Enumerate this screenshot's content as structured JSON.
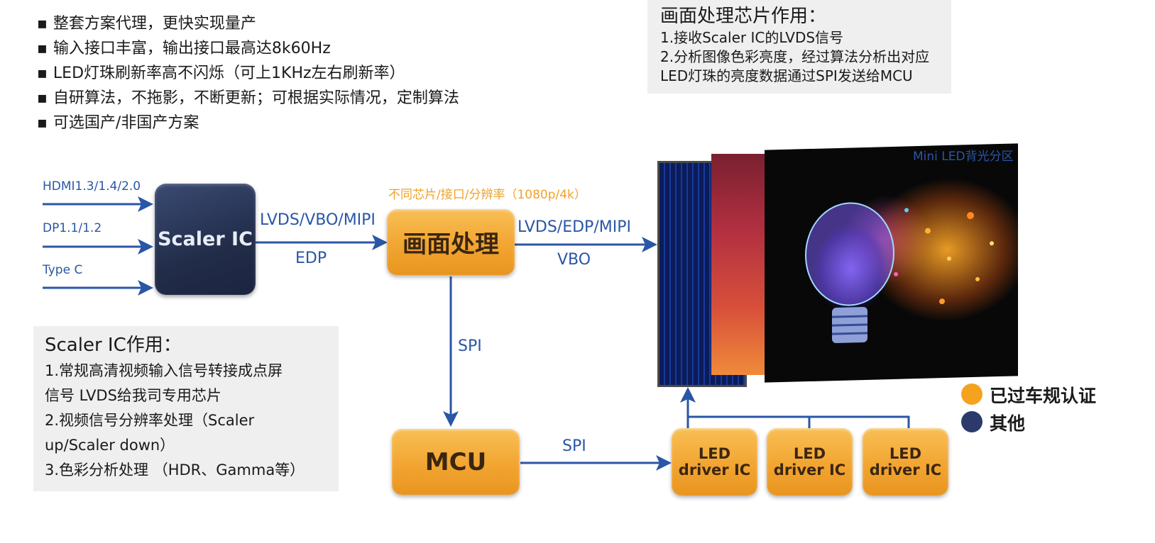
{
  "features": [
    "整套方案代理，更快实现量产",
    "输入接口丰富，输出接口最高达8k60Hz",
    "LED灯珠刷新率高不闪烁（可上1KHz左右刷新率）",
    "自研算法，不拖影，不断更新；可根据实际情况，定制算法",
    "可选国产/非国产方案"
  ],
  "processing_panel": {
    "title": "画面处理芯片作用：",
    "lines": [
      "1.接收Scaler IC的LVDS信号",
      "2.分析图像色彩亮度，经过算法分析出对应",
      "LED灯珠的亮度数据通过SPI发送给MCU"
    ]
  },
  "scaler_panel": {
    "title": "Scaler IC作用：",
    "lines": [
      "1.常规高清视频输入信号转接成点屏",
      "信号 LVDS给我司专用芯片",
      "2.视频信号分辨率处理（Scaler",
      "up/Scaler down）",
      "3.色彩分析处理 （HDR、Gamma等）"
    ]
  },
  "inputs": [
    "HDMI1.3/1.4/2.0",
    "DP1.1/1.2",
    "Type C"
  ],
  "blocks": {
    "scaler": "Scaler IC",
    "processing": "画面处理",
    "mcu": "MCU",
    "led_driver_line1": "LED",
    "led_driver_line2": "driver IC"
  },
  "links": {
    "scaler_to_proc_top": "LVDS/VBO/MIPI",
    "scaler_to_proc_bottom": "EDP",
    "proc_note": "不同芯片/接口/分辨率（1080p/4k）",
    "proc_to_display_top": "LVDS/EDP/MIPI",
    "proc_to_display_bottom": "VBO",
    "proc_to_mcu": "SPI",
    "mcu_to_driver": "SPI"
  },
  "display_label": "Mini LED背光分区",
  "legend": [
    {
      "label": "已过车规认证",
      "color": "#f5a21f"
    },
    {
      "label": "其他",
      "color": "#2b3a6b"
    }
  ],
  "colors": {
    "arrow_blue": "#2a56a6",
    "navy_block": "#222d4a",
    "orange_block": "#f2a531"
  }
}
